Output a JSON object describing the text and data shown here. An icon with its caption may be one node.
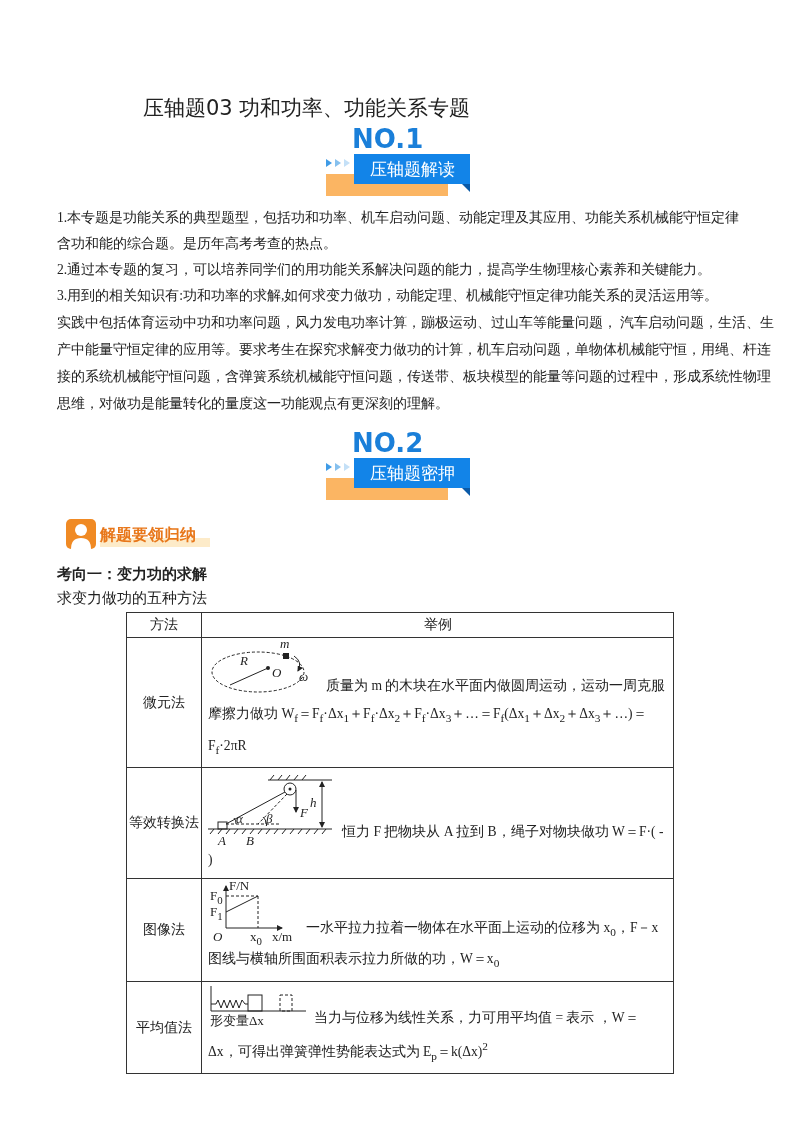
{
  "diagram": {
    "title": "压轴题03 功和功率、功能关系专题",
    "nodes": [
      {
        "text": [
          "NO.1",
          "压轴题解读"
        ]
      },
      {
        "text": [
          "NO.2",
          "压轴题密押"
        ]
      },
      {
        "text": [
          "解题要领归纳"
        ]
      }
    ],
    "labels": [
      "1.本专题是功能关系的典型题型，包括功和功率、机车启动问题、动能定理及其应用、功能关系机械能守恒定律",
      "含功和能的综合题。是历年高考考查的热点。",
      "2.通过本专题的复习，可以培养同学们的用功能关系解决问题的能力，提高学生物理核心素养和关键能力。",
      "3.用到的相关知识有:功和功率的求解,如何求变力做功，动能定理、机械能守恒定律功能关系的灵活运用等。",
      "实践中包括体育运动中功和功率问题，风力发电功率计算，蹦极运动、过山车等能量问题， 汽车启动问题，生活、生产中能量守恒定律的应用等。要求考生在探究求解变力做功的计算，机车启动问题，单物体机械能守恒，用绳、杆连接的系统机械能守恒问题，含弹簧系统机械能守恒问题，传送带、板块模型的能量等问题的过程中，形成系统性物理思维，对做功是能量转化的量度这一功能观点有更深刻的理解。",
      "考向一：变力功的求解",
      "求变力做功的五种方法",
      "方法",
      "举例",
      "微元法",
      "m",
      "R",
      "O",
      "ω",
      "质量为 m 的木块在水平面内做圆周运动，运动一周克服摩擦力做功 W$_{f}$＝F$_{f}$·Δx$_{1}$＋F$_{f}$·Δx$_{2}$＋F$_{f}$·Δx$_{3}$＋…＝F$_{f}$(Δx$_{1}$＋Δx$_{2}$＋Δx$_{3}$＋…)＝F$_{f}$·2πR",
      "等效转换法",
      "h",
      "F",
      "α",
      "β",
      "A",
      "B",
      "恒力 F 把物块从 A 拉到 B，绳子对物块做功 W＝F·( - )",
      "图像法",
      "F/N",
      "F$_{0}$",
      "F$_{1}$",
      "O",
      "x$_{0}$",
      "x/m",
      "一水平拉力拉着一物体在水平面上运动的位移为 x$_{0}$，F－x 图线与横轴所围面积表示拉力所做的功，W＝x$_{0}$",
      "平均值法",
      "形变量Δx",
      "当力与位移为线性关系，力可用平均值 = 表示 ，W＝Δx，可得出弹簧弹性势能表达式为 E$_{p}$＝k(Δx)$^{2}$"
    ]
  }
}
